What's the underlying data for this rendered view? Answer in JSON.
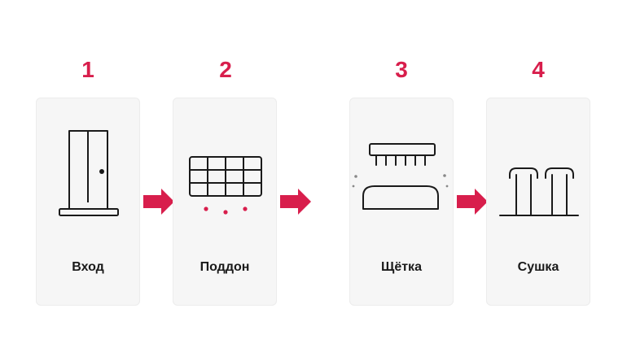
{
  "accent_color": "#d81e4c",
  "steps": [
    {
      "number": "1",
      "label": "Вход",
      "icon": "door-icon"
    },
    {
      "number": "2",
      "label": "Поддон",
      "icon": "grate-tray-icon"
    },
    {
      "number": "3",
      "label": "Щётка",
      "icon": "brush-icon"
    },
    {
      "number": "4",
      "label": "Сушка",
      "icon": "dryer-icon"
    }
  ]
}
